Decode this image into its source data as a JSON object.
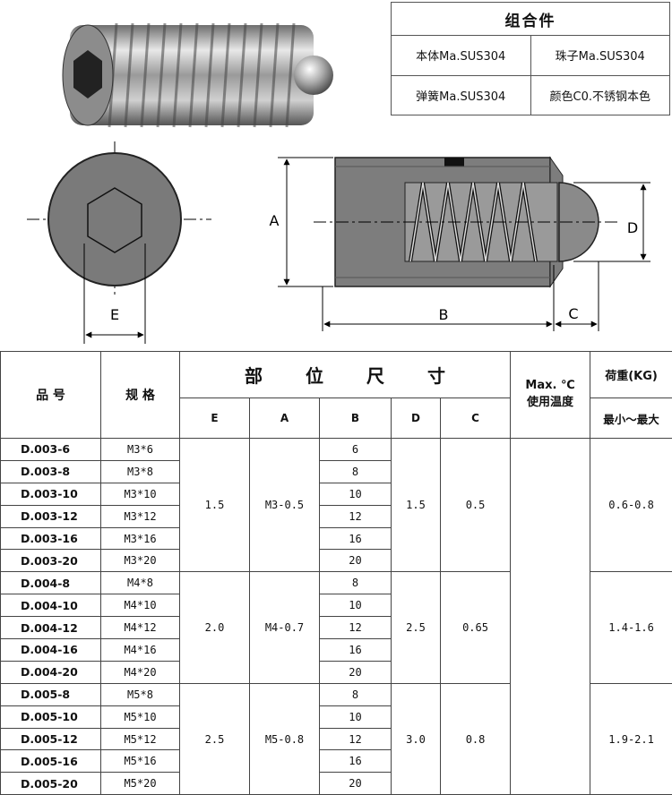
{
  "combination": {
    "title": "组合件",
    "body_material": "本体Ma.SUS304",
    "ball_material": "珠子Ma.SUS304",
    "spring_material": "弹簧Ma.SUS304",
    "color": "颜色C0.不锈钢本色"
  },
  "diagram": {
    "label_e": "E",
    "label_a": "A",
    "label_b": "B",
    "label_c": "C",
    "label_d": "D"
  },
  "table": {
    "h_part_no": "品 号",
    "h_spec": "规 格",
    "h_dimensions": "部位尺寸",
    "h_max_temp": "Max. ℃",
    "h_use_temp": "使用温度",
    "h_load": "荷重(KG)",
    "h_load_range": "最小～最大",
    "h_e": "E",
    "h_a": "A",
    "h_b": "B",
    "h_d": "D",
    "h_c": "C",
    "groups": [
      {
        "e": "1.5",
        "a": "M3-0.5",
        "d": "1.5",
        "c": "0.5",
        "load": "0.6-0.8",
        "rows": [
          {
            "code": "D.003-6",
            "spec": "M3*6",
            "b": "6"
          },
          {
            "code": "D.003-8",
            "spec": "M3*8",
            "b": "8"
          },
          {
            "code": "D.003-10",
            "spec": "M3*10",
            "b": "10"
          },
          {
            "code": "D.003-12",
            "spec": "M3*12",
            "b": "12"
          },
          {
            "code": "D.003-16",
            "spec": "M3*16",
            "b": "16"
          },
          {
            "code": "D.003-20",
            "spec": "M3*20",
            "b": "20"
          }
        ]
      },
      {
        "e": "2.0",
        "a": "M4-0.7",
        "d": "2.5",
        "c": "0.65",
        "load": "1.4-1.6",
        "rows": [
          {
            "code": "D.004-8",
            "spec": "M4*8",
            "b": "8"
          },
          {
            "code": "D.004-10",
            "spec": "M4*10",
            "b": "10"
          },
          {
            "code": "D.004-12",
            "spec": "M4*12",
            "b": "12"
          },
          {
            "code": "D.004-16",
            "spec": "M4*16",
            "b": "16"
          },
          {
            "code": "D.004-20",
            "spec": "M4*20",
            "b": "20"
          }
        ]
      },
      {
        "e": "2.5",
        "a": "M5-0.8",
        "d": "3.0",
        "c": "0.8",
        "load": "1.9-2.1",
        "rows": [
          {
            "code": "D.005-8",
            "spec": "M5*8",
            "b": "8"
          },
          {
            "code": "D.005-10",
            "spec": "M5*10",
            "b": "10"
          },
          {
            "code": "D.005-12",
            "spec": "M5*12",
            "b": "12"
          },
          {
            "code": "D.005-16",
            "spec": "M5*16",
            "b": "16"
          },
          {
            "code": "D.005-20",
            "spec": "M5*20",
            "b": "20"
          }
        ]
      }
    ]
  }
}
